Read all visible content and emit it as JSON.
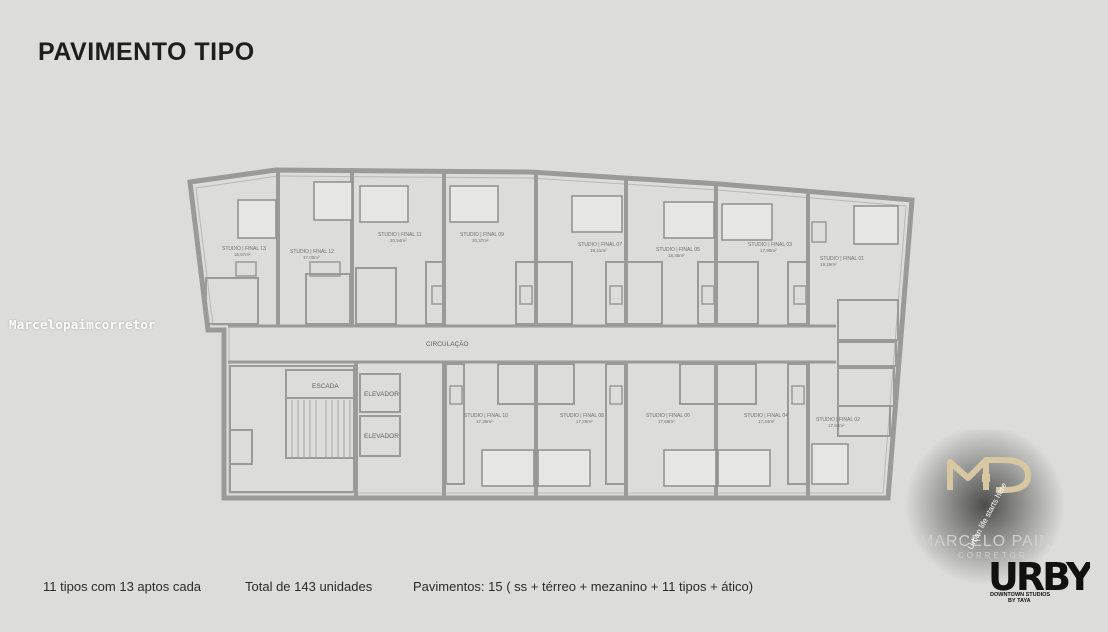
{
  "header": {
    "title": "PAVIMENTO TIPO"
  },
  "watermark": {
    "text": "Marcelopaimcorretor"
  },
  "plan": {
    "circulation": "CIRCULAÇÃO",
    "stairs": "ESCADA",
    "elevator": "ELEVADOR",
    "top_units": [
      {
        "name": "STUDIO | FINAL 13",
        "area": "16,57m²"
      },
      {
        "name": "STUDIO | FINAL 12",
        "area": "17,00m²"
      },
      {
        "name": "STUDIO | FINAL 11",
        "area": "20,54m²"
      },
      {
        "name": "STUDIO | FINAL 09",
        "area": "20,37m²"
      },
      {
        "name": "STUDIO | FINAL 07",
        "area": "19,41m²"
      },
      {
        "name": "STUDIO | FINAL 05",
        "area": "18,36m²"
      },
      {
        "name": "STUDIO | FINAL 03",
        "area": "17,90m²"
      },
      {
        "name": "STUDIO | FINAL 01",
        "area": "19,19m²"
      }
    ],
    "bottom_units": [
      {
        "name": "STUDIO | FINAL 10",
        "area": "17,36m²"
      },
      {
        "name": "STUDIO | FINAL 08",
        "area": "17,29m²"
      },
      {
        "name": "STUDIO | FINAL 06",
        "area": "17,69m²"
      },
      {
        "name": "STUDIO | FINAL 04",
        "area": "17,44m²"
      },
      {
        "name": "STUDIO | FINAL 02",
        "area": "17,94m²"
      }
    ]
  },
  "footer": {
    "types": "11 tipos com 13 aptos cada",
    "total": "Total de 143 unidades",
    "floors": "Pavimentos: 15 ( ss + térreo + mezanino + 11 tipos + ático)"
  },
  "logo": {
    "brand": "MARCELO PAIM",
    "sub": "CORRETOR",
    "tagline": "Urban life starts here",
    "mark": "URBY",
    "caption1": "DOWNTOWN STUDIOS",
    "caption2": "BY TAYA"
  }
}
